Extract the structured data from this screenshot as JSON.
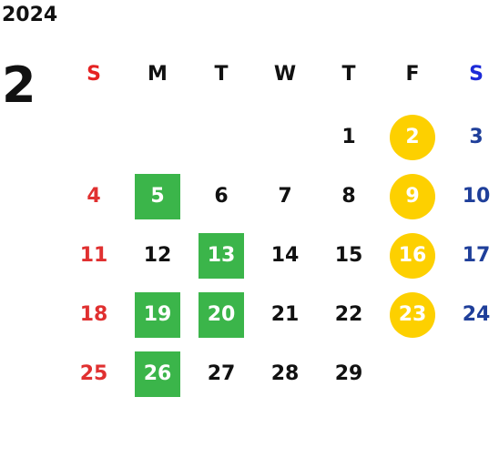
{
  "calendar": {
    "year": "2024",
    "month": "2",
    "weekdays": [
      "S",
      "M",
      "T",
      "W",
      "T",
      "F",
      "S"
    ],
    "weekday_colors": [
      "#e52222",
      "#111111",
      "#111111",
      "#111111",
      "#111111",
      "#111111",
      "#1d2bd8"
    ],
    "day_colors": {
      "sunday": "#e03030",
      "saturday": "#1f3f9a",
      "weekday": "#111111",
      "highlight_text": "#ffffff"
    },
    "highlight_colors": {
      "green": "#3bb54a",
      "yellow": "#fdd000"
    },
    "weeks": [
      [
        null,
        null,
        null,
        null,
        {
          "d": "1"
        },
        {
          "d": "2",
          "mark": "yellow"
        },
        {
          "d": "3"
        }
      ],
      [
        {
          "d": "4"
        },
        {
          "d": "5",
          "mark": "green"
        },
        {
          "d": "6"
        },
        {
          "d": "7"
        },
        {
          "d": "8"
        },
        {
          "d": "9",
          "mark": "yellow"
        },
        {
          "d": "10"
        }
      ],
      [
        {
          "d": "11"
        },
        {
          "d": "12"
        },
        {
          "d": "13",
          "mark": "green"
        },
        {
          "d": "14"
        },
        {
          "d": "15"
        },
        {
          "d": "16",
          "mark": "yellow"
        },
        {
          "d": "17"
        }
      ],
      [
        {
          "d": "18"
        },
        {
          "d": "19",
          "mark": "green"
        },
        {
          "d": "20",
          "mark": "green"
        },
        {
          "d": "21"
        },
        {
          "d": "22"
        },
        {
          "d": "23",
          "mark": "yellow"
        },
        {
          "d": "24"
        }
      ],
      [
        {
          "d": "25"
        },
        {
          "d": "26",
          "mark": "green"
        },
        {
          "d": "27"
        },
        {
          "d": "28"
        },
        {
          "d": "29"
        },
        null,
        null
      ]
    ]
  }
}
